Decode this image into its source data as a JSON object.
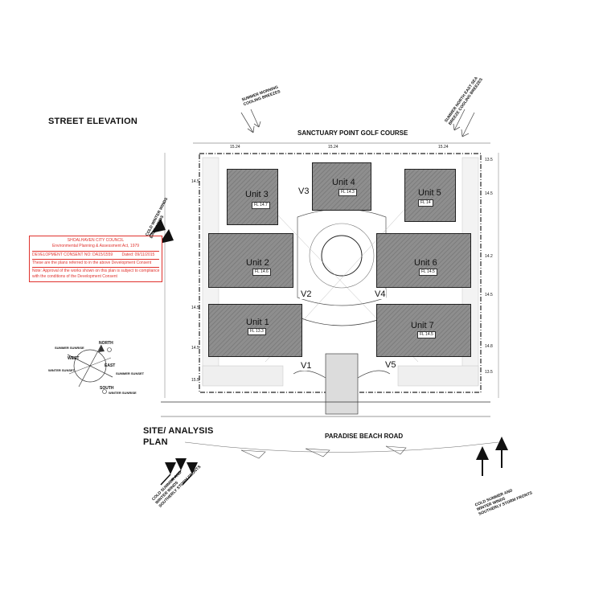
{
  "headings": {
    "street_elevation": "STREET ELEVATION",
    "site_analysis_line1": "SITE/ ANALYSIS",
    "site_analysis_line2": "PLAN"
  },
  "roads": {
    "north": "SANCTUARY POINT GOLF COURSE",
    "south": "PARADISE BEACH ROAD"
  },
  "units": [
    {
      "name": "Unit 3",
      "fl": "FL 14.7"
    },
    {
      "name": "Unit 4",
      "fl": "FL 14.3"
    },
    {
      "name": "Unit 5",
      "fl": "FL 14"
    },
    {
      "name": "Unit 2",
      "fl": "FL 14.6"
    },
    {
      "name": "Unit 6",
      "fl": "FL 14.5"
    },
    {
      "name": "Unit 1",
      "fl": "FL 13.3"
    },
    {
      "name": "Unit 7",
      "fl": "FL 14.5"
    }
  ],
  "visitor_spaces": [
    "V1",
    "V2",
    "V3",
    "V4",
    "V5"
  ],
  "council_stamp": {
    "council": "SHOALHAVEN CITY COUNCIL",
    "act": "Environmental Planning & Assessment Act, 1979",
    "consent_no": "DEVELOPMENT CONSENT NO: DA15/1559",
    "dated": "Dated: 09/11/2015",
    "line1": "These are the plans referred to in the above Development Consent",
    "line2": "Note: Approval of the works shown on this plan is subject to compliance",
    "line3": "with the conditions of the Development Consent"
  },
  "wind_notes": {
    "top_left": [
      "SUMMER MORNING",
      "COOLING BREEZES"
    ],
    "top_right": [
      "SUMMER NORTH EAST SEA",
      "BREEZE COOLING BREEZES"
    ],
    "left": [
      "COLD WINTER WINDS",
      "EAST WINDS"
    ],
    "bottom_left": [
      "COLD SUMMER AND",
      "WINTER WINDS",
      "SOUTHERLY STORM FRONTS"
    ],
    "bottom_right": [
      "COLD SUMMER AND",
      "WINTER WINDS",
      "SOUTHERLY STORM FRONTS"
    ]
  },
  "compass": {
    "north": "NORTH",
    "south": "SOUTH",
    "east": "EAST",
    "west": "WEST",
    "summer_sunrise": "SUMMER SUNRISE",
    "winter_sunset": "WINTER SUNSET",
    "summer_sunset": "SUMMER SUNSET",
    "winter_sunrise": "WINTER SUNRISE"
  },
  "levels": {
    "top_left": "15.24",
    "top_mid": "15.24",
    "top_right": "15.24",
    "right_1": "13.5",
    "right_2": "14.5",
    "right_3": "14.2",
    "right_4": "14.5",
    "right_5": "14.8",
    "right_6": "13.5",
    "left_1": "14.5",
    "left_2": "14.5",
    "left_3": "14.5",
    "left_4": "15.5"
  },
  "colors": {
    "stamp_red": "#e0322d",
    "building_grey": "#8e8e8e",
    "line": "#222222"
  }
}
